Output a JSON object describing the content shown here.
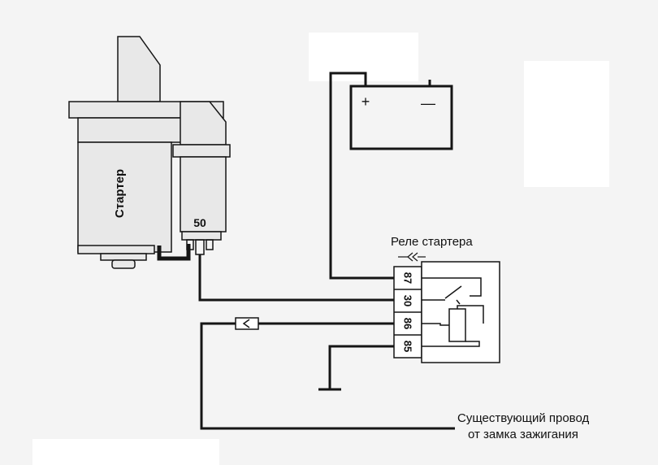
{
  "starter": {
    "label": "Стартер",
    "terminal": "50"
  },
  "battery": {
    "plus": "+",
    "minus": "—"
  },
  "relay": {
    "label": "Реле стартера",
    "pins": [
      "87",
      "30",
      "86",
      "85"
    ]
  },
  "ignition_wire": {
    "line1": "Существующий провод",
    "line2": "от замка зажигания"
  },
  "colors": {
    "line": "#151515",
    "background": "#f4f4f4",
    "starter_fill": "#e8e8e8"
  }
}
